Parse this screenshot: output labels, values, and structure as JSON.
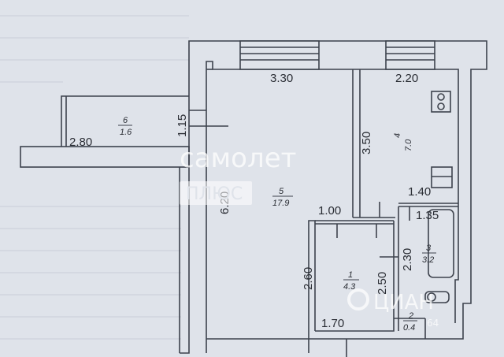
{
  "plan": {
    "dimensions": [
      "3.30",
      "2.20",
      "1.15",
      "2.80",
      "3.50",
      "6.20",
      "1.40",
      "1.35",
      "1.00",
      "2.30",
      "2.50",
      "2.60",
      "1.70"
    ],
    "rooms": [
      {
        "number": "1",
        "area": "4.3"
      },
      {
        "number": "2",
        "area": "0.4"
      },
      {
        "number": "3",
        "area": "3.2"
      },
      {
        "number": "4",
        "area": "7.0"
      },
      {
        "number": "5",
        "area": "17.9"
      },
      {
        "number": "6",
        "area": "1.6"
      }
    ]
  },
  "watermark": {
    "brand": "самолет",
    "badge": "ПЛЮС",
    "cian": "ЦИАН",
    "cian_id": "64"
  },
  "colors": {
    "paper": "#dfe3ea",
    "line": "#3d424c",
    "text": "#2a2d34"
  }
}
